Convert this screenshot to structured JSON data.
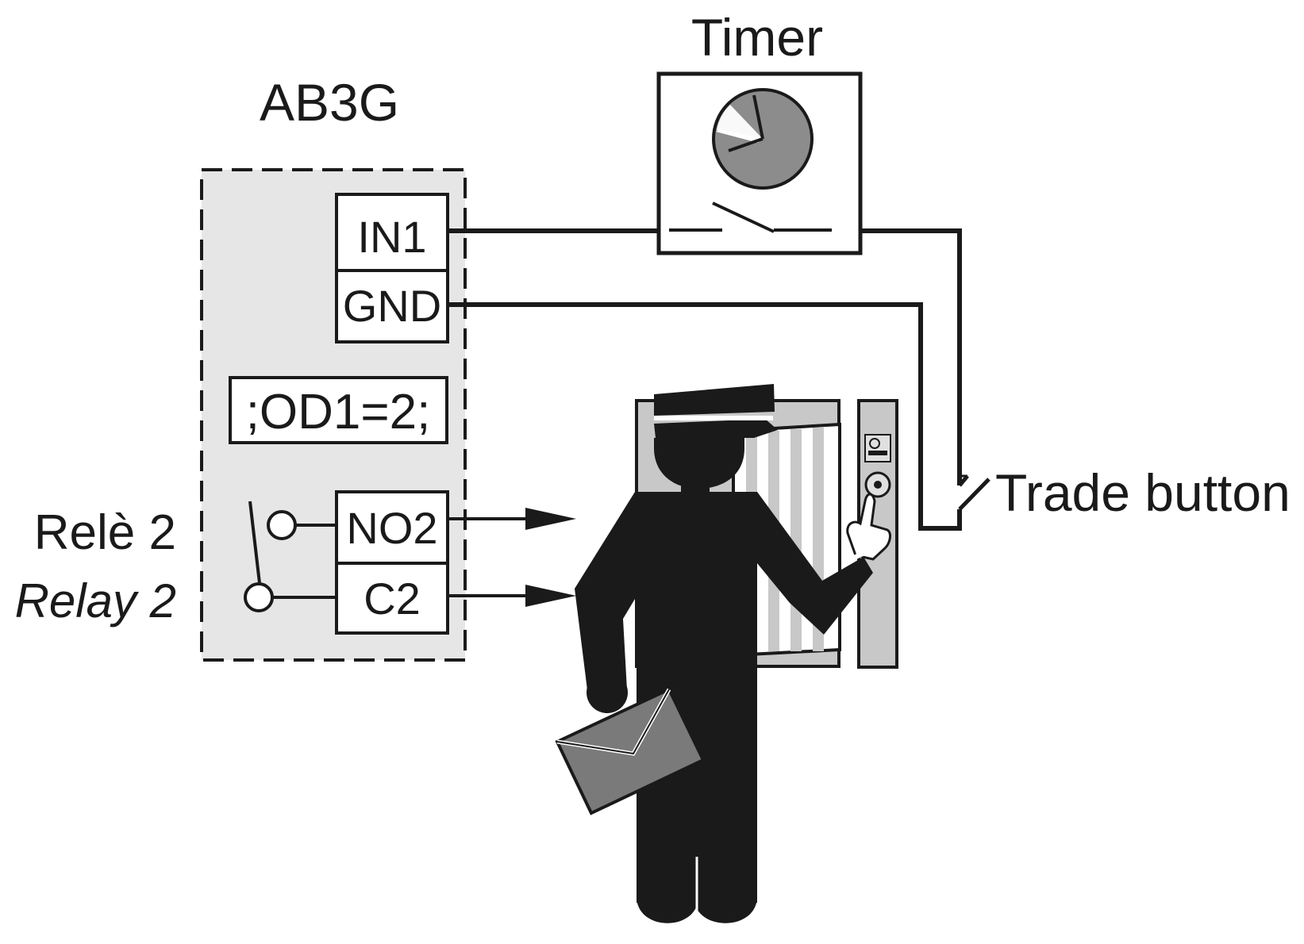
{
  "device": {
    "title": "AB3G",
    "config": ";OD1=2;"
  },
  "terminals": {
    "in1": "IN1",
    "gnd": "GND",
    "no2": "NO2",
    "c2": "C2"
  },
  "relay": {
    "label_it": "Relè 2",
    "label_en": "Relay 2"
  },
  "timer": {
    "label": "Timer"
  },
  "trade_button": {
    "label": "Trade button"
  },
  "colors": {
    "ink": "#1a1a1a",
    "device_fill": "#e6e6e6",
    "clock_face": "#8c8c8c",
    "envelope": "#7a7a7a",
    "door_fill": "#c8c8c8"
  }
}
